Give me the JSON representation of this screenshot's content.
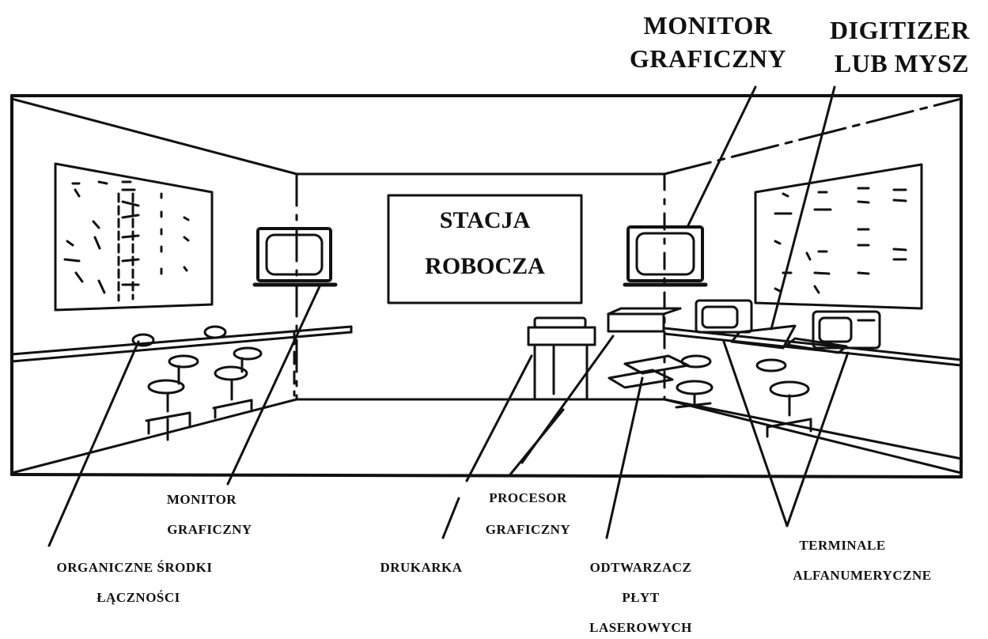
{
  "sign": {
    "line1": "STACJA",
    "line2": "ROBOCZA"
  },
  "top_labels": {
    "monitor_line1": "MONITOR",
    "monitor_line2": "GRAFICZNY",
    "digitizer_line1": "DIGITIZER",
    "digitizer_line2": "LUB MYSZ"
  },
  "bottom_labels": {
    "monitor_line1": "MONITOR",
    "monitor_line2": "GRAFICZNY",
    "organic_line1": "ORGANICZNE  ŚRODKI",
    "organic_line2": "ŁĄCZNOŚCI",
    "drukarka": "DRUKARKA",
    "procesor_line1": "PROCESOR",
    "procesor_line2": "GRAFICZNY",
    "odtwarzacz_line1": "ODTWARZACZ",
    "odtwarzacz_line2": "PŁYT",
    "odtwarzacz_line3": "LASEROWYCH",
    "terminale_line1": "TERMINALE",
    "terminale_line2": "ALFANUMERYCZNE"
  }
}
